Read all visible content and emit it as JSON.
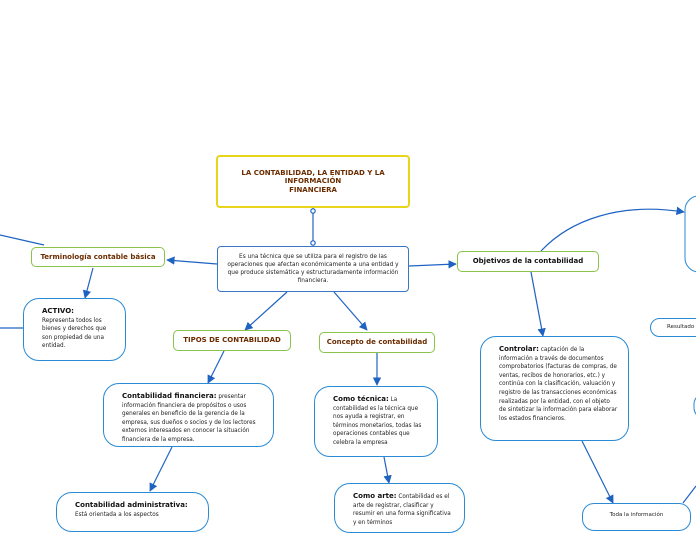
{
  "title": {
    "lines": [
      "LA CONTABILIDAD, LA ENTIDAD Y LA",
      "INFORMACIÓN",
      "FINANCIERA"
    ]
  },
  "center": {
    "text": "Es una técnica que se utiliza para el registro de las operaciones que afectan económicamente a una entidad y que produce sistemática y estructuradamente información financiera."
  },
  "branches": {
    "terminologia": "Terminología contable básica",
    "tipos": "TIPOS DE CONTABILIDAD",
    "concepto": "Concepto de contabilidad",
    "objetivos": "Objetivos de la contabilidad"
  },
  "bubbles": {
    "activo": {
      "heading": "ACTIVO:",
      "text": "Representa todos los bienes y derechos que son propiedad de una entidad."
    },
    "financiera": {
      "heading": "Contabilidad financiera:",
      "text": "presentar información financiera de propósitos o usos generales en beneficio de la gerencia de la empresa, sus dueños o socios y de los lectores externos interesados en conocer la situación financiera de la empresa."
    },
    "administrativa": {
      "heading": "Contabilidad administrativa:",
      "text": "Está orientada a los aspectos"
    },
    "tecnica": {
      "heading": "Como técnica:",
      "text": "La contabilidad es la técnica que nos ayuda a registrar, en términos monetarios, todas las operaciones contables que celebra la empresa"
    },
    "arte": {
      "heading": "Como arte:",
      "text": "Contabilidad es el arte de registrar, clasificar y resumir en una forma significativa y en términos"
    },
    "controlar": {
      "heading": "Controlar:",
      "text": "captación de la información a través de documentos comprobatorios (facturas de compras, de ventas, recibos de honorarios, etc.) y continúa con la clasificación, valuación y registro de las transacciones económicas realizadas por la entidad, con el objeto de sintetizar la información para elaborar los estados financieros."
    }
  },
  "small_nodes": {
    "resultado": "Resultado",
    "toda": "Toda la información"
  },
  "colors": {
    "title_border": "#e8d51a",
    "branch_border": "#8bc34a",
    "bubble_border": "#2a8ad4",
    "connector": "#1f63c2",
    "heading_text": "#6b2c00"
  }
}
